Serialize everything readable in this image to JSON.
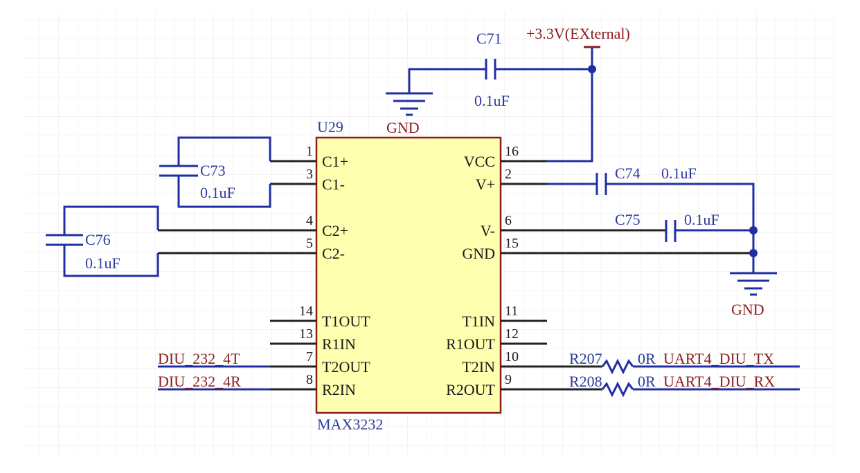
{
  "ic": {
    "designator": "U29",
    "part_number": "MAX3232",
    "left_pins": [
      {
        "num": "1",
        "name": "C1+"
      },
      {
        "num": "3",
        "name": "C1-"
      },
      {
        "num": "4",
        "name": "C2+"
      },
      {
        "num": "5",
        "name": "C2-"
      },
      {
        "num": "14",
        "name": "T1OUT"
      },
      {
        "num": "13",
        "name": "R1IN"
      },
      {
        "num": "7",
        "name": "T2OUT"
      },
      {
        "num": "8",
        "name": "R2IN"
      }
    ],
    "right_pins": [
      {
        "num": "16",
        "name": "VCC"
      },
      {
        "num": "2",
        "name": "V+"
      },
      {
        "num": "6",
        "name": "V-"
      },
      {
        "num": "15",
        "name": "GND"
      },
      {
        "num": "11",
        "name": "T1IN"
      },
      {
        "num": "12",
        "name": "R1OUT"
      },
      {
        "num": "10",
        "name": "T2IN"
      },
      {
        "num": "9",
        "name": "R2OUT"
      }
    ]
  },
  "caps": {
    "c71": {
      "ref": "C71",
      "value": "0.1uF"
    },
    "c73": {
      "ref": "C73",
      "value": "0.1uF"
    },
    "c74": {
      "ref": "C74",
      "value": "0.1uF"
    },
    "c75": {
      "ref": "C75",
      "value": "0.1uF"
    },
    "c76": {
      "ref": "C76",
      "value": "0.1uF"
    }
  },
  "resistors": {
    "r207": {
      "ref": "R207",
      "value": "0R"
    },
    "r208": {
      "ref": "R208",
      "value": "0R"
    }
  },
  "power": {
    "vcc_label": "+3.3V(EXternal)",
    "gnd_top": "GND",
    "gnd_right": "GND"
  },
  "nets": {
    "left_t": "DIU_232_4T",
    "left_r": "DIU_232_4R",
    "right_tx": "UART4_DIU_TX",
    "right_rx": "UART4_DIU_RX"
  },
  "colors": {
    "wire": "#1f2fa3",
    "ic_fill": "#ffffb0",
    "ic_border": "#8b1c1c",
    "net_label": "#8b1c1c",
    "grid": "#e6e6e6"
  }
}
